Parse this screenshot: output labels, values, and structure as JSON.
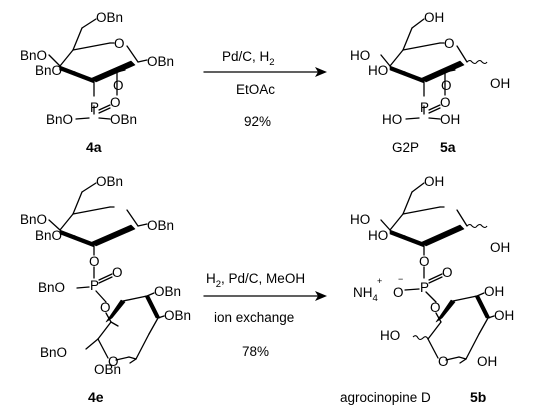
{
  "reaction1": {
    "reactant": {
      "label": "4a",
      "groups": {
        "c6": "OBn",
        "anomeric": "OBn",
        "c4": "BnO",
        "c3": "BnO",
        "phosphate_left": "BnO",
        "phosphate_right": "OBn",
        "ring_o": "O",
        "c2_o": "O",
        "p": "P",
        "p_dbl_o": "O"
      }
    },
    "conditions": {
      "above": "Pd/C, H",
      "above_sub": "2",
      "below1": "EtOAc",
      "below2": "92%"
    },
    "product": {
      "name": "G2P",
      "label": "5a",
      "groups": {
        "c6": "OH",
        "anomeric": "OH",
        "c4": "HO",
        "c3": "HO",
        "phosphate_left": "HO",
        "phosphate_right": "OH",
        "ring_o": "O",
        "c2_o": "O",
        "p": "P",
        "p_dbl_o": "O"
      }
    }
  },
  "reaction2": {
    "reactant": {
      "label": "4e",
      "groups": {
        "c6": "OBn",
        "anomeric": "OBn",
        "c4": "BnO",
        "c3": "BnO",
        "p_ester": "BnO",
        "p": "P",
        "p_dbl_o": "O",
        "link_o_top": "O",
        "link_o_bottom": "O",
        "sugar2_a": "OBn",
        "sugar2_b": "OBn",
        "sugar2_c": "BnO",
        "sugar2_d": "OBn",
        "ring2_o": "O"
      }
    },
    "conditions": {
      "above": "H",
      "above_sub": "2",
      "above_rest": ", Pd/C, MeOH",
      "below1": "ion exchange",
      "below2": "78%"
    },
    "product": {
      "name": "agrocinopine D",
      "label": "5b",
      "groups": {
        "c6": "OH",
        "anomeric": "OH",
        "c4": "HO",
        "c3": "HO",
        "ammonium": "NH",
        "ammonium_sub": "4",
        "ammonium_charge": "+",
        "o_minus": "O",
        "minus": "−",
        "p": "P",
        "p_dbl_o": "O",
        "link_o_top": "O",
        "link_o_bottom": "O",
        "sugar2_a": "OH",
        "sugar2_b": "OH",
        "sugar2_c": "HO",
        "sugar2_d": "OH",
        "ring2_o": "O"
      }
    }
  }
}
